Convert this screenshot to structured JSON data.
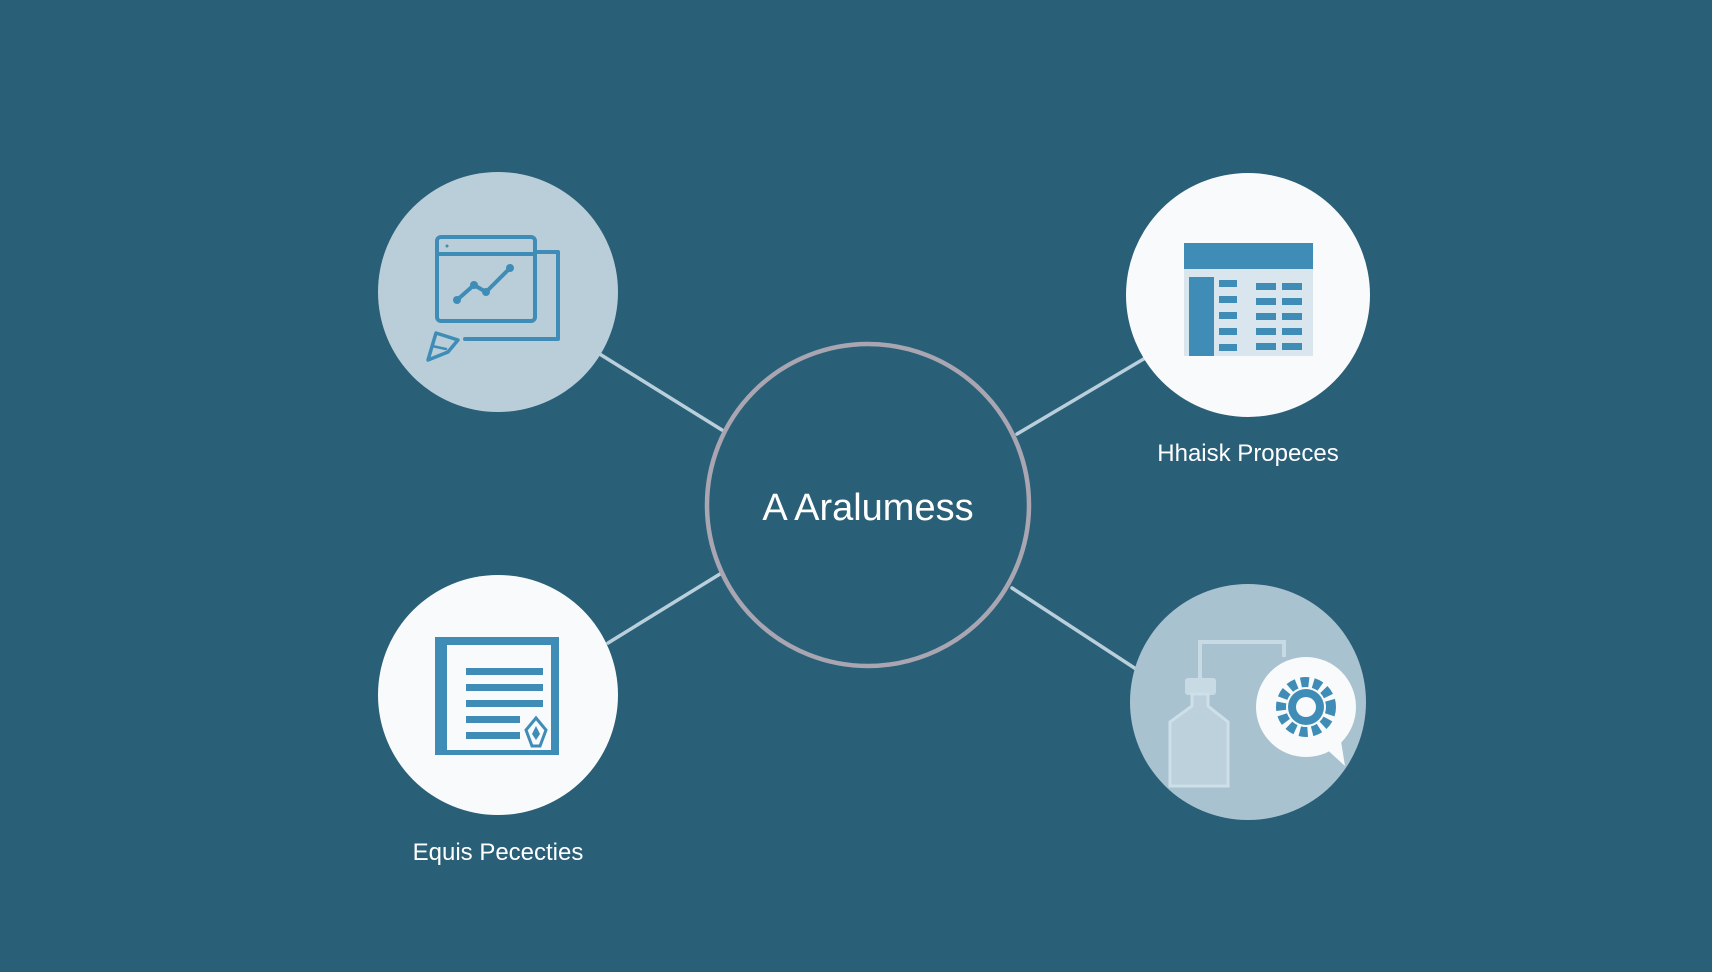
{
  "center": {
    "label": "A Aralumess"
  },
  "nodes": [
    {
      "id": "top-left",
      "icon": "analytics-chart-icon",
      "label": ""
    },
    {
      "id": "top-right",
      "icon": "spreadsheet-table-icon",
      "label": "Hhaisk Propeces"
    },
    {
      "id": "bottom-left",
      "icon": "document-icon",
      "label": "Equis Pececties"
    },
    {
      "id": "bottom-right",
      "icon": "bottle-gear-icon",
      "label": ""
    }
  ],
  "colors": {
    "background": "#2a5f78",
    "accent": "#3f8db7",
    "node_light": "#b9ced8",
    "node_white": "#f8fafb",
    "center_ring": "#a9a6b2",
    "connector": "#b9d0dc"
  }
}
